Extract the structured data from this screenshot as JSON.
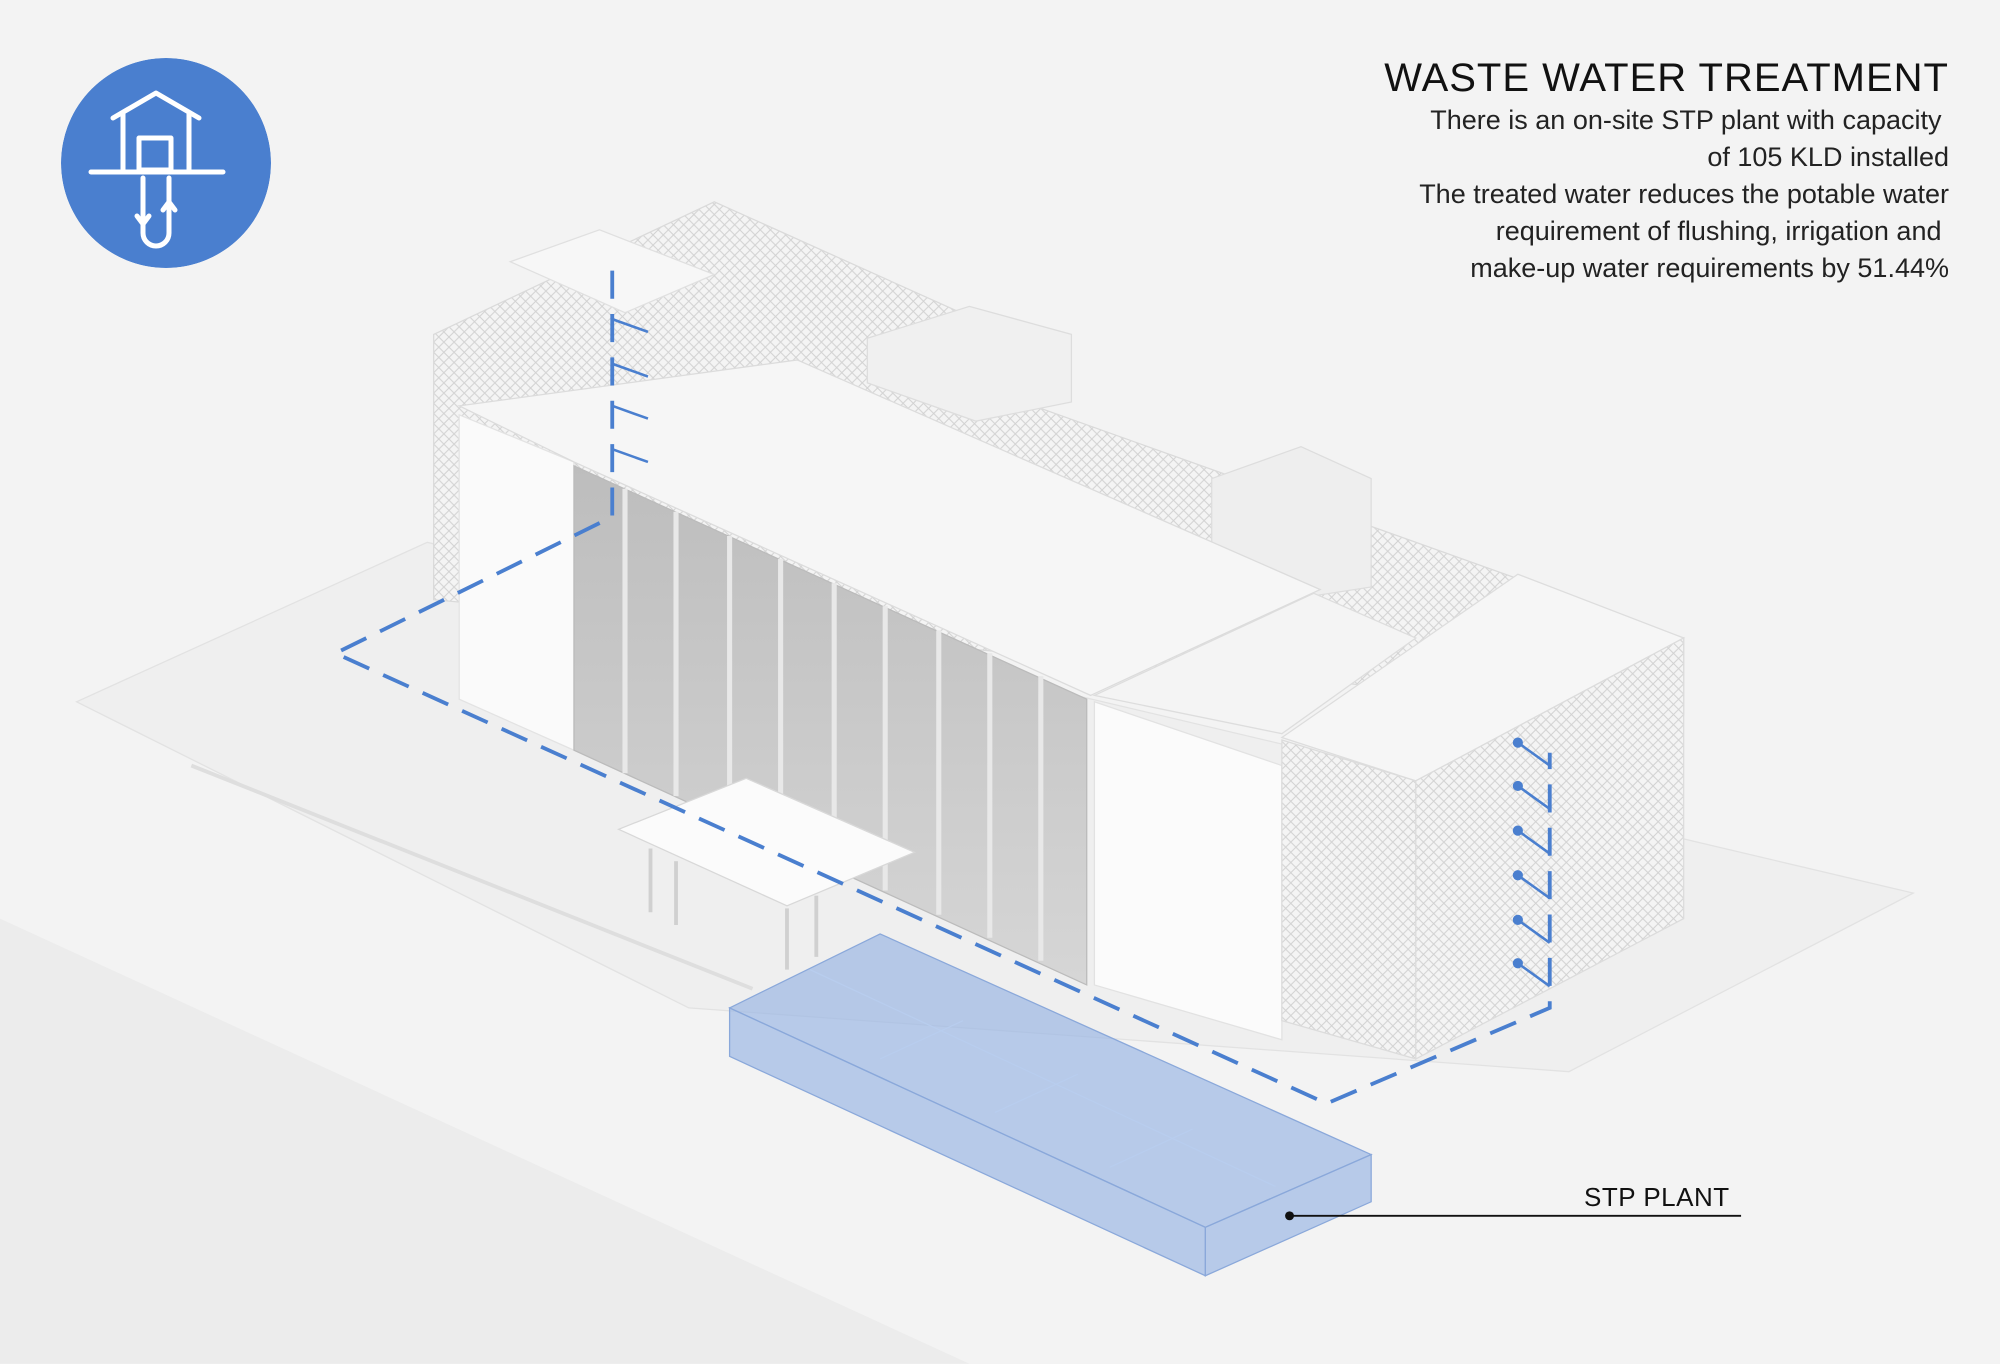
{
  "header": {
    "title": "WASTE WATER TREATMENT",
    "description_lines": [
      "There is an on-site STP plant with capacity ",
      "of 105 KLD installed",
      "The treated water reduces the potable water",
      "requirement of flushing, irrigation and ",
      "make-up water requirements by 51.44%"
    ]
  },
  "badge": {
    "icon": "house-water-loop-icon",
    "color": "#4a7fcf"
  },
  "callouts": {
    "stp_plant": "STP PLANT"
  },
  "colors": {
    "pipe": "#4a7fcf",
    "tank": "#9db8e4",
    "background": "#f3f3f3"
  }
}
